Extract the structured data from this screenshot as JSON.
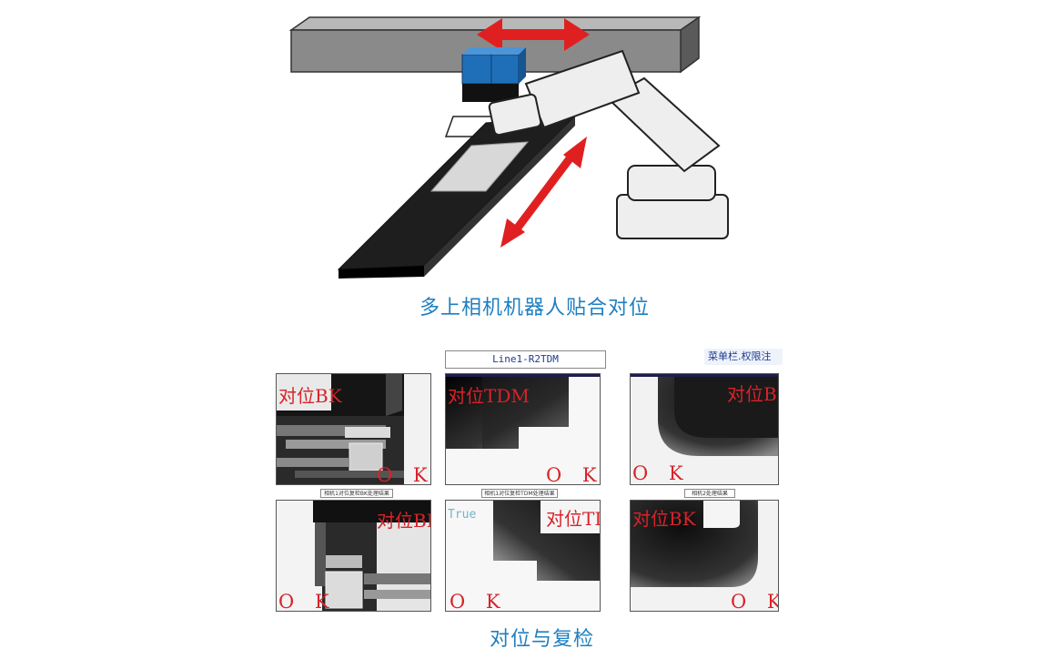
{
  "captions": {
    "top": "多上相机机器人贴合对位",
    "bottom": "对位与复检"
  },
  "panels": {
    "p1": {
      "label": "对位BK",
      "status": "O K"
    },
    "p2": {
      "label": "对位TDM",
      "status": "O K",
      "header": "Line1-R2TDM"
    },
    "p3": {
      "label": "对位BK",
      "status": "O K",
      "header": "菜单栏.权限注"
    },
    "p4": {
      "label": "对位BK",
      "status": "O K"
    },
    "p5": {
      "label": "对位TDM",
      "status": "O K",
      "extra": "True"
    },
    "p6": {
      "label": "对位BK",
      "status": "O K"
    }
  },
  "small_captions": {
    "c1": "相机1对位复检BK处理结果",
    "c2": "相机1对位复检TDM处理结果",
    "c3": "相机2处理结果"
  },
  "colors": {
    "accent_blue": "#1e7fc0",
    "label_red": "#d8232a",
    "arrow_red": "#e02020",
    "camera_blue": "#1f6fb8"
  }
}
